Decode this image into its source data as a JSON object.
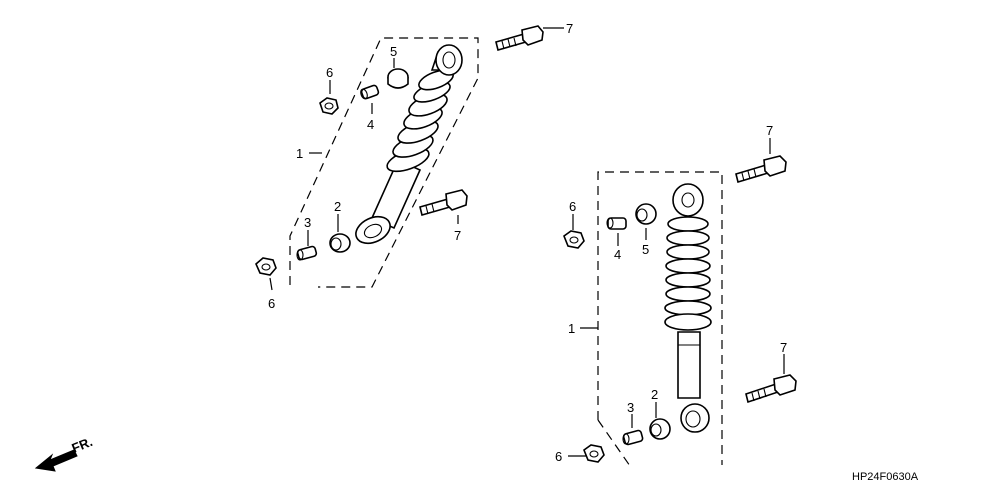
{
  "diagram_code": "HP24F0630A",
  "direction_label": "FR.",
  "left_assembly": {
    "labels": {
      "shock_absorber": "1",
      "collar_2": "2",
      "bushing_3": "3",
      "bushing_4": "4",
      "collar_5": "5",
      "nut_top": "6",
      "nut_bottom": "6",
      "bolt_top": "7",
      "bolt_bottom": "7"
    }
  },
  "right_assembly": {
    "labels": {
      "shock_absorber": "1",
      "collar_2": "2",
      "bushing_3": "3",
      "bushing_4": "4",
      "collar_5": "5",
      "nut_top": "6",
      "nut_bottom": "6",
      "bolt_top": "7",
      "bolt_bottom": "7"
    }
  }
}
